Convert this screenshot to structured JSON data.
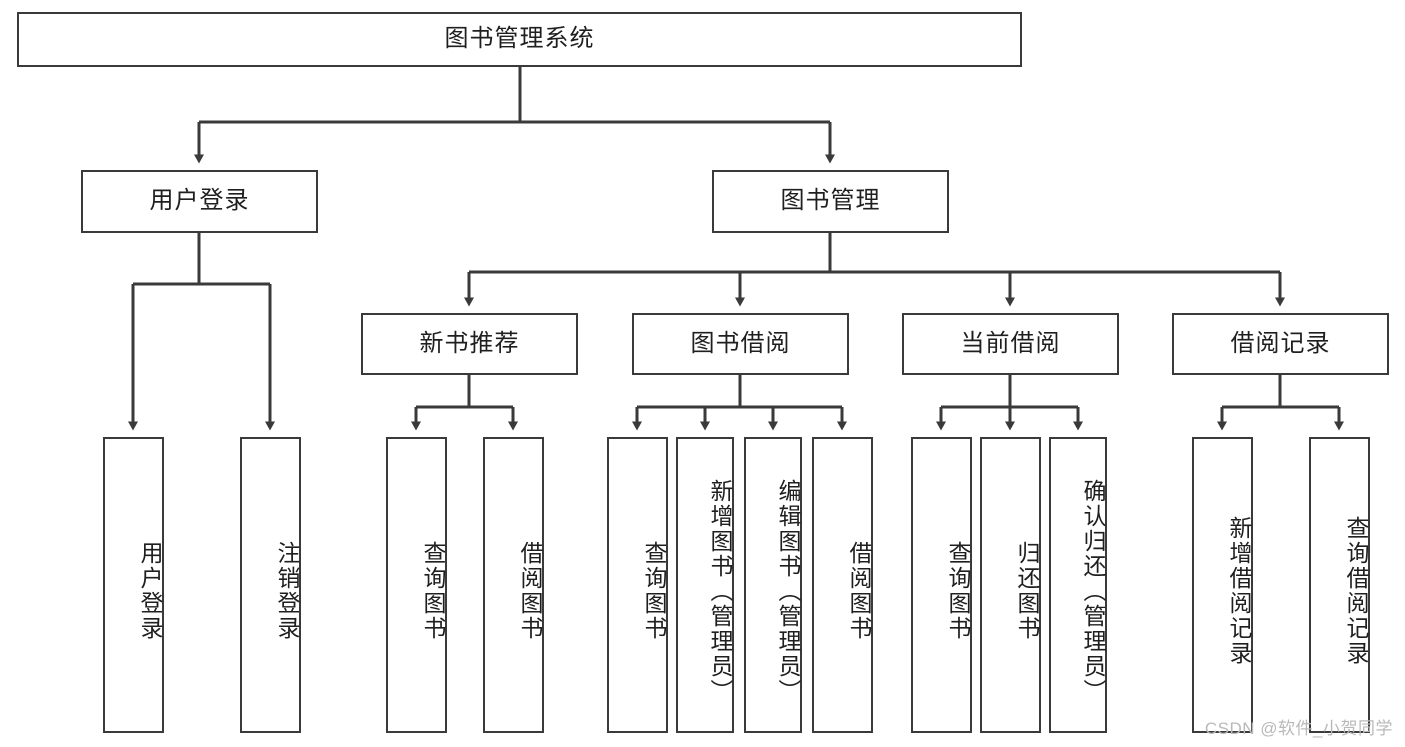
{
  "diagram": {
    "type": "tree",
    "title": "图书管理系统",
    "orientation": "top-down",
    "colors": {
      "stroke": "#3a3a3a",
      "fill": "#ffffff",
      "text": "#1f1f1f",
      "watermark": "#b9b9b9"
    },
    "levels": {
      "root": {
        "label": "图书管理系统"
      },
      "level2": [
        {
          "label": "用户登录"
        },
        {
          "label": "图书管理"
        }
      ],
      "level3": [
        {
          "label": "新书推荐"
        },
        {
          "label": "图书借阅"
        },
        {
          "label": "当前借阅"
        },
        {
          "label": "借阅记录"
        }
      ],
      "leaves": [
        {
          "label": "用户登录",
          "parent": "用户登录"
        },
        {
          "label": "注销登录",
          "parent": "用户登录"
        },
        {
          "label": "查询图书",
          "parent": "新书推荐"
        },
        {
          "label": "借阅图书",
          "parent": "新书推荐"
        },
        {
          "label": "查询图书",
          "parent": "图书借阅"
        },
        {
          "label": "新增图书（管理员）",
          "parent": "图书借阅"
        },
        {
          "label": "编辑图书（管理员）",
          "parent": "图书借阅"
        },
        {
          "label": "借阅图书",
          "parent": "图书借阅"
        },
        {
          "label": "查询图书",
          "parent": "当前借阅"
        },
        {
          "label": "归还图书",
          "parent": "当前借阅"
        },
        {
          "label": "确认归还（管理员）",
          "parent": "当前借阅"
        },
        {
          "label": "新增借阅记录",
          "parent": "借阅记录"
        },
        {
          "label": "查询借阅记录",
          "parent": "借阅记录"
        }
      ]
    }
  },
  "watermark": {
    "text": "CSDN @软件_小贺同学"
  }
}
